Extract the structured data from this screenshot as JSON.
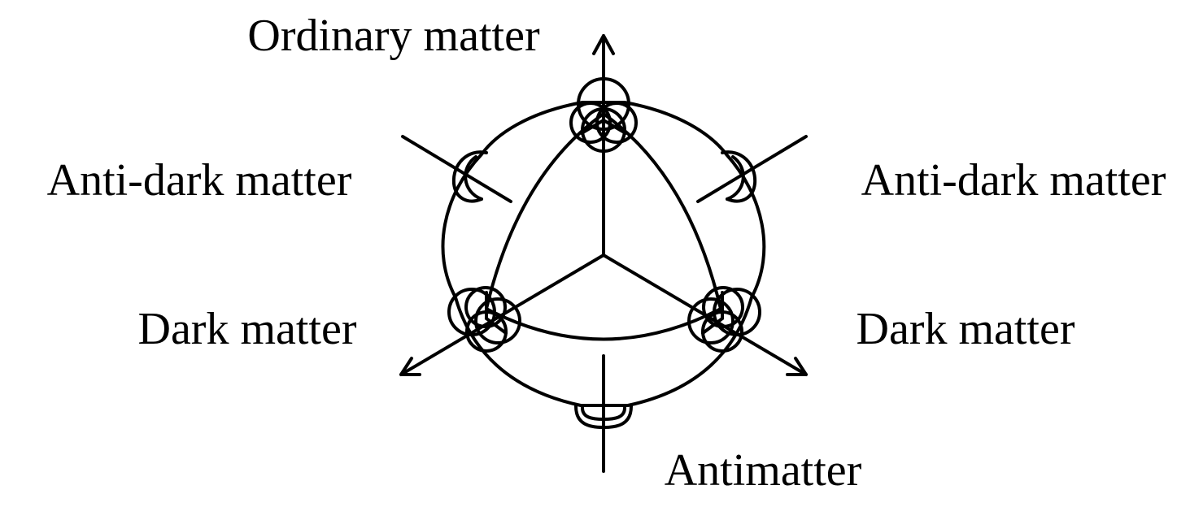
{
  "labels": {
    "top": "Ordinary matter",
    "upper_left": "Anti-dark matter",
    "upper_right": "Anti-dark matter",
    "lower_left": "Dark matter",
    "lower_right": "Dark matter",
    "bottom": "Antimatter"
  },
  "colors": {
    "stroke": "#000000",
    "background": "#ffffff"
  }
}
